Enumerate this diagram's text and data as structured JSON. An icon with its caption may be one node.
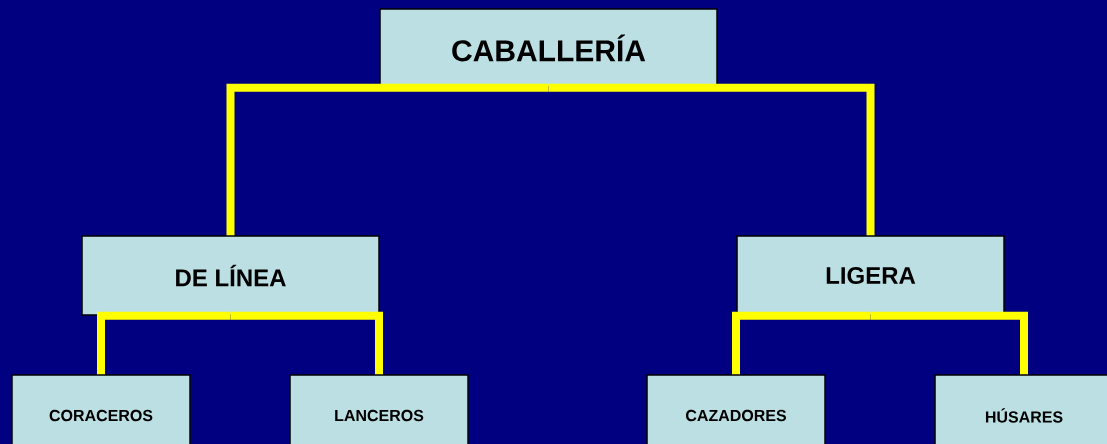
{
  "diagram": {
    "nodes": [
      {
        "text": [
          "CABALLERÍA"
        ]
      },
      {
        "text": [
          "DE LÍNEA"
        ]
      },
      {
        "text": [
          "LIGERA"
        ]
      },
      {
        "text": [
          "CORACEROS"
        ]
      },
      {
        "text": [
          "LANCEROS"
        ]
      },
      {
        "text": [
          "CAZADORES"
        ]
      },
      {
        "text": [
          "HÚSARES"
        ]
      }
    ],
    "edges": [
      {
        "from": 0,
        "to": 1,
        "arrow": "none"
      },
      {
        "from": 0,
        "to": 2,
        "arrow": "none"
      },
      {
        "from": 1,
        "to": 3,
        "arrow": "none"
      },
      {
        "from": 1,
        "to": 4,
        "arrow": "none"
      },
      {
        "from": 2,
        "to": 5,
        "arrow": "none"
      },
      {
        "from": 2,
        "to": 6,
        "arrow": "none"
      }
    ]
  }
}
